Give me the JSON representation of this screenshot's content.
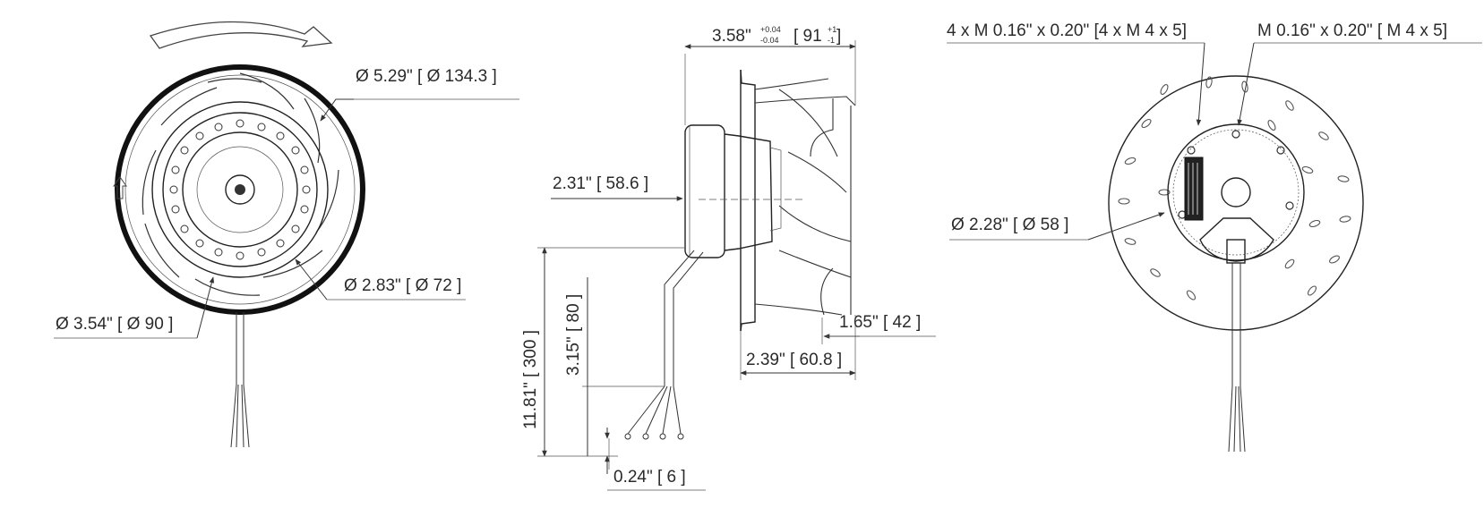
{
  "front_view": {
    "outer_diameter": "Ø 5.29\" [ Ø 134.3 ]",
    "hub_diameter": "Ø 3.54\" [ Ø 90 ]",
    "inner_diameter": "Ø 2.83\" [ Ø 72 ]"
  },
  "side_view": {
    "overall_depth_main": "3.58\"",
    "overall_depth_tol_plus": "+0.04",
    "overall_depth_tol_minus": "-0.04",
    "overall_depth_mm": "[ 91",
    "overall_depth_mm_tol_plus": "+1",
    "overall_depth_mm_tol_minus": "-1",
    "motor_depth": "2.31\" [ 58.6 ]",
    "impeller_depth": "2.39\" [ 60.8 ]",
    "inlet_depth": "1.65\" [ 42 ]",
    "cable_length": "11.81\" [ 300 ]",
    "stripped_length": "3.15\" [ 80 ]",
    "wire_end": "0.24\" [ 6 ]"
  },
  "rear_view": {
    "mounting_holes": "4 x M 0.16\" x 0.20\" [4 x M 4 x 5]",
    "ground_screw": "M 0.16\" x 0.20\"  [ M 4 x 5]",
    "bolt_circle": "Ø 2.28\" [ Ø 58 ]"
  }
}
